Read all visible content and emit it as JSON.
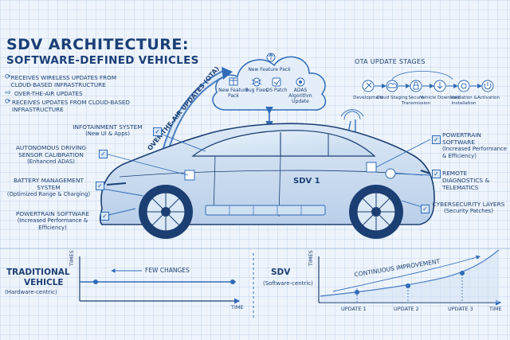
{
  "title": {
    "line1": "SDV ARCHITECTURE:",
    "line2": "SOFTWARE-DEFINED VEHICLES"
  },
  "legend": [
    {
      "icon": "circle-arrows-icon",
      "text": "RECEIVES WIRELESS UPDATES FROM CLOUD-BASED INFRASTRUCTURE"
    },
    {
      "icon": "arrow-icon",
      "text": "OVER-THE-AIR UPDATES"
    },
    {
      "icon": "circle-arrows-icon",
      "text": "RECEIVES UPDATES FROM CLOUD-BASED INFRASTRUCTURE"
    }
  ],
  "cloud": {
    "header": "New Feature Pack",
    "items": [
      {
        "icon": "gift-icon",
        "label": "New Feature Pack"
      },
      {
        "icon": "bug-icon",
        "label": "Bug Fixes"
      },
      {
        "icon": "os-patch-icon",
        "label": "OS Patch"
      },
      {
        "icon": "gear-icon",
        "label": "ADAS Algorithm Update"
      }
    ]
  },
  "ota_arc_label": "OVER-THE-AIR UPDATES (OTA)",
  "ota_stages": {
    "title": "OTA UPDATE STAGES",
    "stages": [
      {
        "icon": "tools-icon",
        "label": "Development"
      },
      {
        "icon": "cloud-icon",
        "label": "Cloud Staging"
      },
      {
        "icon": "lock-icon",
        "label": "Secure Transmission"
      },
      {
        "icon": "download-icon",
        "label": "Vehicle Download"
      },
      {
        "icon": "gear-icon",
        "label": "Validation & Installation"
      },
      {
        "icon": "power-icon",
        "label": "Activation"
      }
    ]
  },
  "left_callouts": [
    {
      "title": "INFOTAINMENT SYSTEM",
      "sub": "(New UI & Apps)"
    },
    {
      "title": "AUTONOMOUS DRIVING SENSOR CALIBRATION",
      "sub": "(Enhanced ADAS)"
    },
    {
      "title": "BATTERY MANAGEMENT SYSTEM",
      "sub": "(Optimized Range & Charging)"
    },
    {
      "title": "POWERTRAIN SOFTWARE",
      "sub": "(Increased Performance & Efficiency)"
    }
  ],
  "right_callouts": [
    {
      "title": "POWERTRAIN SOFTWARE",
      "sub": "(Increased Performance & Efficiency)"
    },
    {
      "title": "REMOTE DIAGNOSTICS & TELEMATICS",
      "sub": ""
    },
    {
      "title": "CYBERSECURITY LAYERS",
      "sub": "(Security Patches)"
    }
  ],
  "car_label": "SDV 1",
  "bottom_left": {
    "title1": "TRADITIONAL",
    "title2": "VEHICLE",
    "sub": "(Hardware-centric)",
    "y_label": "TIMES",
    "x_label": "TIME",
    "annotation": "FEW CHANGES"
  },
  "bottom_right": {
    "title": "SDV",
    "sub": "(Software-centric)",
    "y_label": "TIMES",
    "x_label": "TIME",
    "annotation": "CONTINUOUS IMPROVEMENT",
    "updates": [
      "UPDATE 1",
      "UPDATE 2",
      "UPDATE 3"
    ]
  },
  "colors": {
    "ink": "#1c3f73",
    "accent": "#2f6bb8",
    "paper": "#eef4fb"
  }
}
